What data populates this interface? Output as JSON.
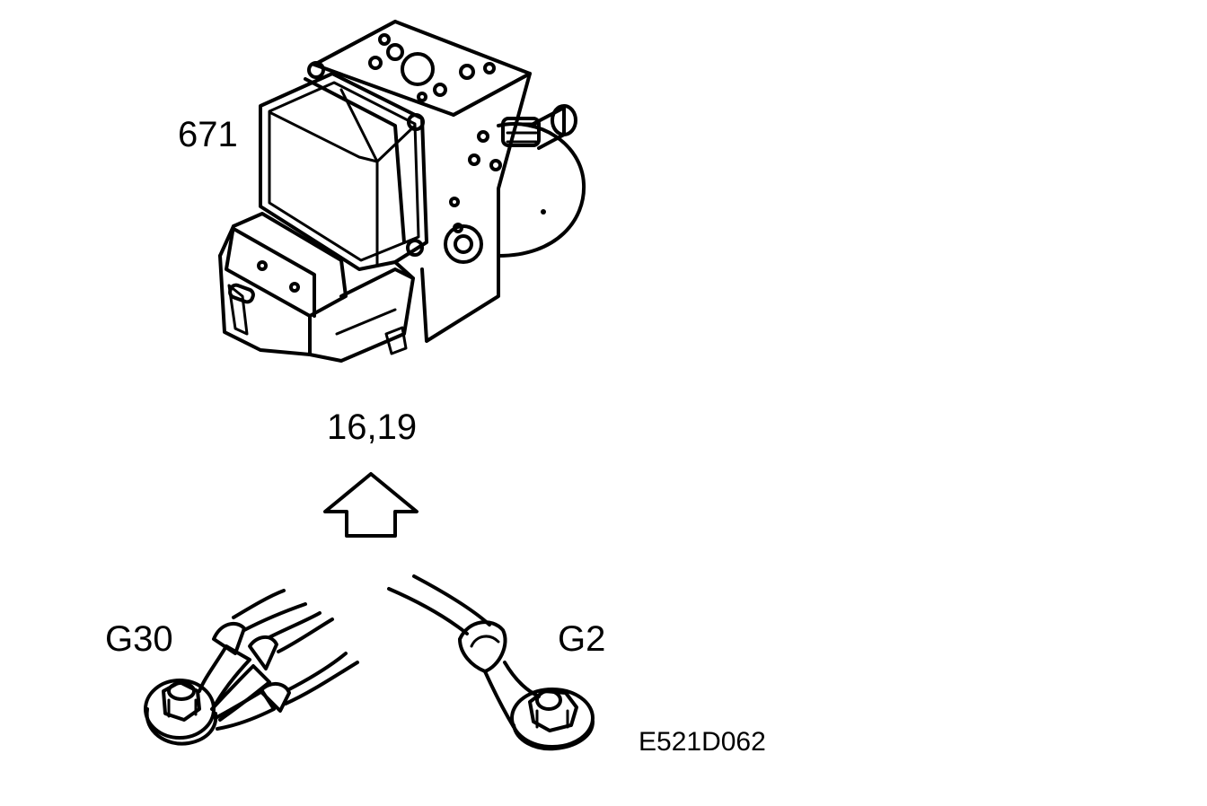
{
  "labels": {
    "part_number": "671",
    "torque": "16,19",
    "ground_left": "G30",
    "ground_right": "G2",
    "figure_code": "E521D062"
  }
}
